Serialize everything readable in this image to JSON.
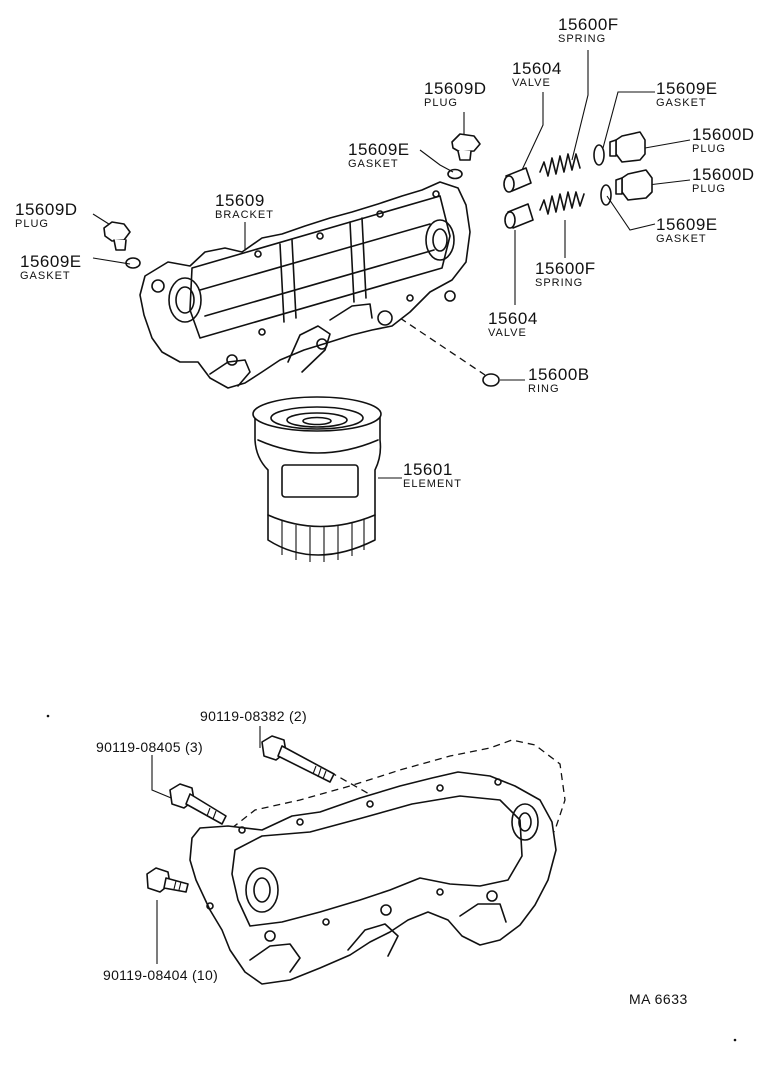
{
  "parts": [
    {
      "number": "15600F",
      "name": "SPRING"
    },
    {
      "number": "15604",
      "name": "VALVE"
    },
    {
      "number": "15609D",
      "name": "PLUG"
    },
    {
      "number": "15609E",
      "name": "GASKET"
    },
    {
      "number": "15609E",
      "name": "GASKET"
    },
    {
      "number": "15600D",
      "name": "PLUG"
    },
    {
      "number": "15600D",
      "name": "PLUG"
    },
    {
      "number": "15609D",
      "name": "PLUG"
    },
    {
      "number": "15609",
      "name": "BRACKET"
    },
    {
      "number": "15609E",
      "name": "GASKET"
    },
    {
      "number": "15609E",
      "name": "GASKET"
    },
    {
      "number": "15600F",
      "name": "SPRING"
    },
    {
      "number": "15604",
      "name": "VALVE"
    },
    {
      "number": "15600B",
      "name": "RING"
    },
    {
      "number": "15601",
      "name": "ELEMENT"
    }
  ],
  "bolts": [
    {
      "label": "90119-08382 (2)"
    },
    {
      "label": "90119-08405 (3)"
    },
    {
      "label": "90119-08404 (10)"
    }
  ],
  "diagram_code": "MA 6633"
}
